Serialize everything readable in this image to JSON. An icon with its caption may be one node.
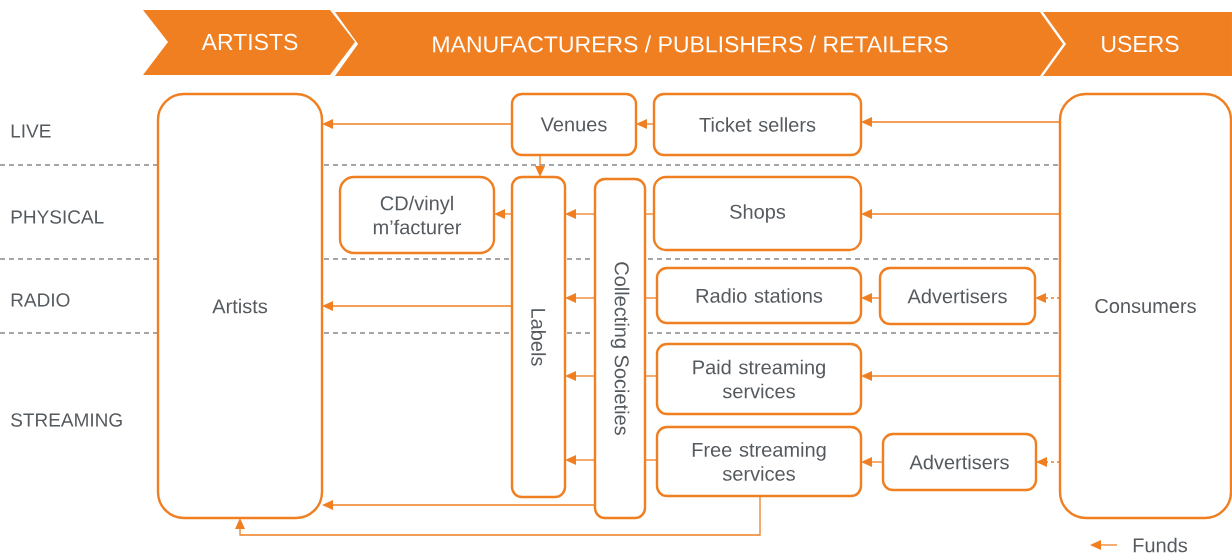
{
  "diagram": {
    "nodes": [
      {
        "text": [
          "ARTISTS"
        ]
      },
      {
        "text": [
          "MANUFACTURERS / PUBLISHERS / RETAILERS"
        ]
      },
      {
        "text": [
          "USERS"
        ]
      },
      {
        "text": [
          "Artists"
        ]
      },
      {
        "text": [
          "Venues"
        ]
      },
      {
        "text": [
          "Ticket sellers"
        ]
      },
      {
        "text": [
          "CD/vinyl m’facturer"
        ]
      },
      {
        "text": [
          "Labels"
        ]
      },
      {
        "text": [
          "Collecting Societies"
        ]
      },
      {
        "text": [
          "Shops"
        ]
      },
      {
        "text": [
          "Radio stations"
        ]
      },
      {
        "text": [
          "Advertisers"
        ]
      },
      {
        "text": [
          "Paid streaming services"
        ]
      },
      {
        "text": [
          "Free streaming services"
        ]
      },
      {
        "text": [
          "Advertisers"
        ]
      },
      {
        "text": [
          "Consumers"
        ]
      }
    ],
    "edges": [
      {
        "from": 4,
        "to": 3,
        "arrow": "to"
      },
      {
        "from": 5,
        "to": 4,
        "arrow": "to"
      },
      {
        "from": 15,
        "to": 5,
        "arrow": "to"
      },
      {
        "from": 4,
        "to": 7,
        "arrow": "to"
      },
      {
        "from": 7,
        "to": 6,
        "arrow": "to"
      },
      {
        "from": 9,
        "to": 8,
        "arrow": "none"
      },
      {
        "from": 8,
        "to": 7,
        "arrow": "to"
      },
      {
        "from": 10,
        "to": 8,
        "arrow": "none"
      },
      {
        "from": 8,
        "to": 7,
        "arrow": "to"
      },
      {
        "from": 12,
        "to": 8,
        "arrow": "none"
      },
      {
        "from": 8,
        "to": 7,
        "arrow": "to"
      },
      {
        "from": 13,
        "to": 8,
        "arrow": "none"
      },
      {
        "from": 8,
        "to": 7,
        "arrow": "to"
      },
      {
        "from": 7,
        "to": 3,
        "arrow": "to"
      },
      {
        "from": 8,
        "to": 3,
        "arrow": "to"
      },
      {
        "from": 13,
        "to": 3,
        "arrow": "to"
      },
      {
        "from": 15,
        "to": 9,
        "arrow": "to"
      },
      {
        "from": 15,
        "to": 11,
        "arrow": "to",
        "style": "dashed"
      },
      {
        "from": 11,
        "to": 10,
        "arrow": "to"
      },
      {
        "from": 15,
        "to": 12,
        "arrow": "to"
      },
      {
        "from": 15,
        "to": 14,
        "arrow": "to",
        "style": "dashed"
      },
      {
        "from": 14,
        "to": 13,
        "arrow": "to"
      }
    ],
    "labels": [
      "LIVE",
      "PHYSICAL",
      "RADIO",
      "STREAMING"
    ],
    "legend": [
      {
        "text": "Funds"
      }
    ]
  }
}
